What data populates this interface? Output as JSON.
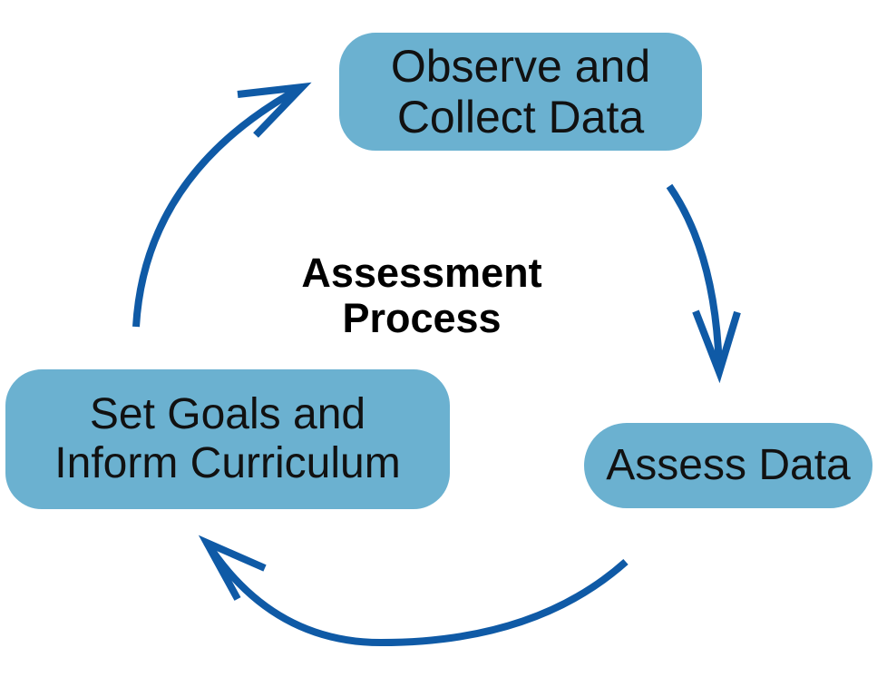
{
  "colors": {
    "node_fill": "#6bb1d0",
    "arrow": "#0f5aa6",
    "text": "#111111",
    "background": "#ffffff"
  },
  "title": {
    "line1": "Assessment",
    "line2": "Process"
  },
  "nodes": {
    "observe": {
      "line1": "Observe and",
      "line2": "Collect Data"
    },
    "assess": {
      "line1": "Assess Data"
    },
    "goals": {
      "line1": "Set Goals and",
      "line2": "Inform Curriculum"
    }
  },
  "arrows": [
    {
      "from": "observe",
      "to": "assess",
      "icon": "curved-arrow-icon"
    },
    {
      "from": "assess",
      "to": "goals",
      "icon": "curved-arrow-icon"
    },
    {
      "from": "goals",
      "to": "observe",
      "icon": "curved-arrow-icon"
    }
  ]
}
